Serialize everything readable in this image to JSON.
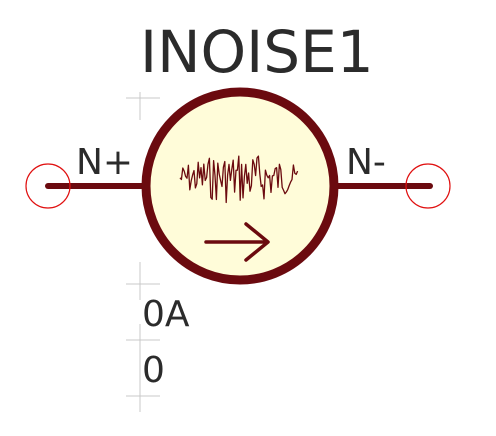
{
  "symbol": {
    "reference": "INOISE1",
    "value": "0A",
    "param": "0",
    "pin_left": "N+",
    "pin_right": "N-"
  },
  "colors": {
    "body_stroke": "#6b0a0f",
    "body_fill": "#fffcd9",
    "wire": "#6b0a0f",
    "pin_circle": "#e01010",
    "cross": "#c8c8c8",
    "text": "#2b2b2b"
  },
  "icons": {
    "noise": "noise-waveform-icon",
    "arrow": "arrow-right-icon"
  }
}
